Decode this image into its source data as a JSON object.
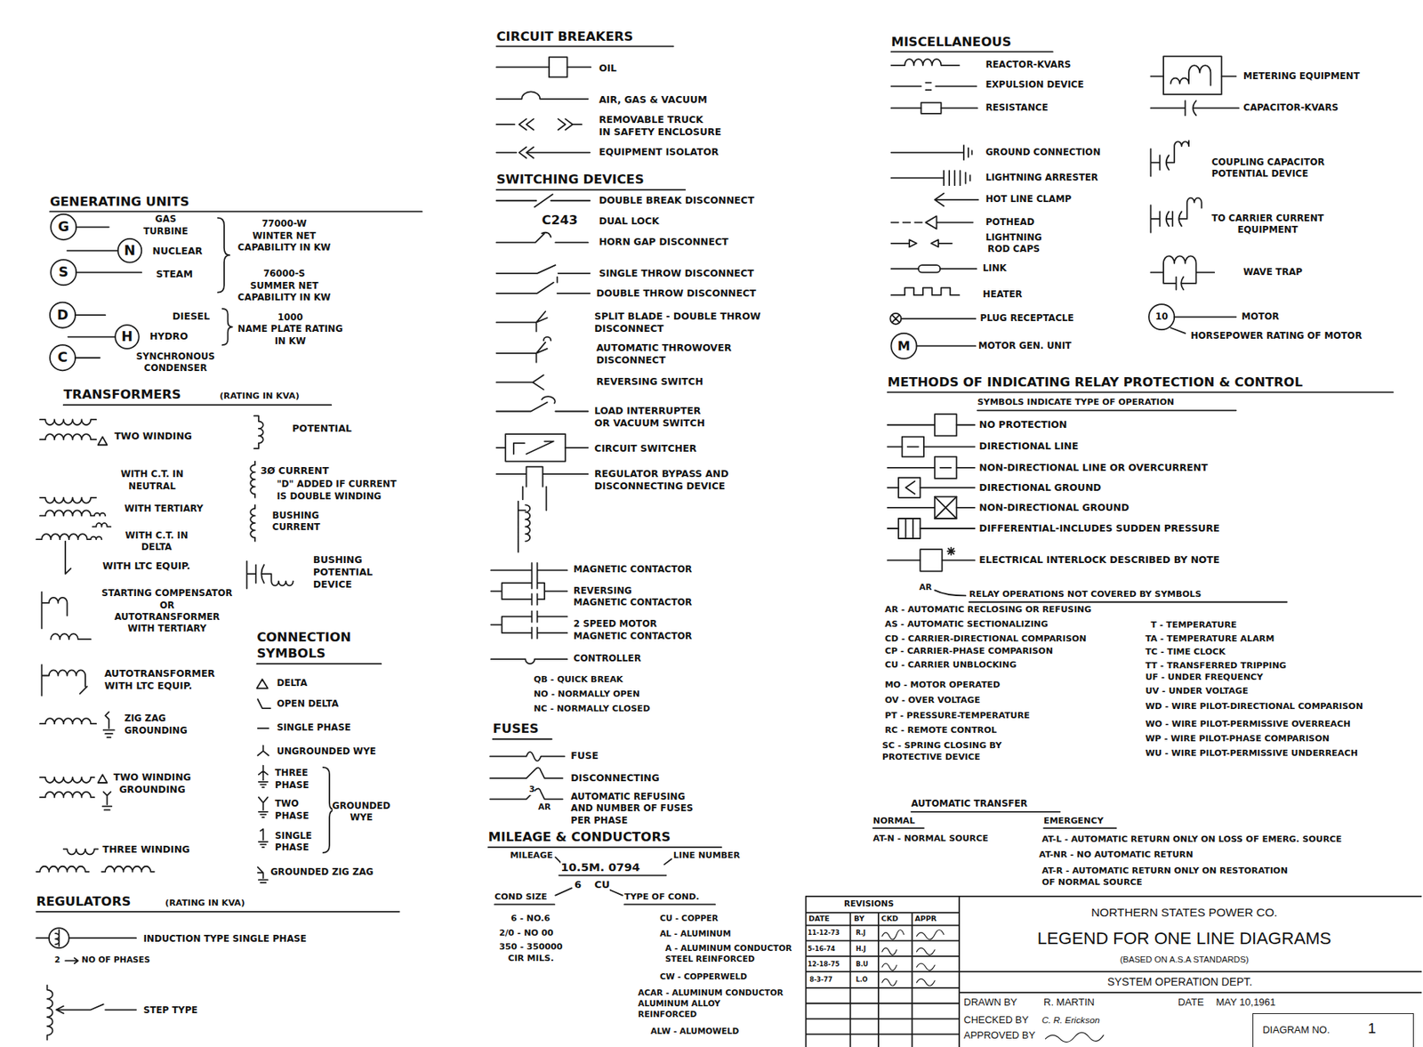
{
  "diagram": {
    "title": "LEGEND FOR ONE LINE DIAGRAMS",
    "nodes": [
      {
        "text": [
          "DIAGRAM NO.",
          "1"
        ]
      }
    ],
    "labels": [
      "GENERATING UNITS",
      "G",
      "N",
      "S",
      "77000-W WINTER NET CAPABILITY IN KW",
      "76000-S SUMMER NET CAPABILITY IN KW",
      "D",
      "H",
      "C",
      "1000 NAME PLATE RATING IN KW",
      "TRANSFORMERS",
      "(RATING IN KVA)",
      "\"D\" ADDED IF CURRENT IS DOUBLE WINDING",
      "CONNECTION SYMBOLS",
      "REGULATORS",
      "(RATING IN KVA)",
      "2",
      "NO OF PHASES",
      "CIRCUIT BREAKERS",
      "SWITCHING DEVICES",
      "C243",
      "QB - QUICK BREAK",
      "NO - NORMALLY OPEN",
      "NC - NORMALLY CLOSED",
      "FUSES",
      "3",
      "AR",
      "MILEAGE & CONDUCTORS",
      "MILEAGE",
      "LINE NUMBER",
      "10.5M. 0794",
      "6",
      "CU",
      "COND SIZE",
      "TYPE OF COND.",
      "6 - NO.6",
      "2/0 - NO 00",
      "350 - 350000 CIR MILS.",
      "CU - COPPER",
      "AL - ALUMINUM",
      "A - ALUMINUM CONDUCTOR STEEL REINFORCED",
      "CW - COPPERWELD",
      "ACAR - ALUMINUM CONDUCTOR ALUMINUM ALLOY REINFORCED",
      "ALW - ALUMOWELD",
      "MISCELLANEOUS",
      "M",
      "10",
      "METHODS OF INDICATING RELAY PROTECTION & CONTROL",
      "SYMBOLS INDICATE TYPE OF OPERATION",
      "AR",
      "RELAY OPERATIONS NOT COVERED BY SYMBOLS",
      "AR - AUTOMATIC RECLOSING OR REFUSING",
      "AS - AUTOMATIC SECTIONALIZING",
      "CD - CARRIER-DIRECTIONAL COMPARISON",
      "CP - CARRIER-PHASE COMPARISON",
      "CU - CARRIER UNBLOCKING",
      "MO - MOTOR OPERATED",
      "OV - OVER VOLTAGE",
      "PT - PRESSURE-TEMPERATURE",
      "RC - REMOTE CONTROL",
      "SC - SPRING CLOSING BY PROTECTIVE DEVICE",
      "T - TEMPERATURE",
      "TA - TEMPERATURE ALARM",
      "TC - TIME CLOCK",
      "TT - TRANSFERRED TRIPPING",
      "UF - UNDER FREQUENCY",
      "UV - UNDER VOLTAGE",
      "WD - WIRE PILOT-DIRECTIONAL COMPARISON",
      "WO - WIRE PILOT-PERMISSIVE OVERREACH",
      "WP - WIRE PILOT-PHASE COMPARISON",
      "WU - WIRE PILOT-PERMISSIVE UNDERREACH",
      "AUTOMATIC TRANSFER",
      "NORMAL",
      "EMERGENCY",
      "AT-N - NORMAL SOURCE",
      "AT-L - AUTOMATIC RETURN ONLY ON LOSS OF EMERG. SOURCE",
      "AT-NR - NO AUTOMATIC RETURN",
      "AT-R - AUTOMATIC RETURN ONLY ON RESTORATION OF NORMAL SOURCE",
      "REVISIONS",
      "DATE",
      "BY",
      "CKD",
      "APPR",
      "11-12-73",
      "R.J",
      "5-16-74",
      "H.J",
      "12-18-75",
      "B.U",
      "8-3-77",
      "L.O",
      "NORTHERN STATES POWER CO.",
      "(BASED ON A.S.A STANDARDS)",
      "SYSTEM OPERATION DEPT.",
      "DRAWN BY",
      "R. MARTIN",
      "DATE",
      "MAY 10,1961",
      "CHECKED BY",
      "C. R. Erickson",
      "APPROVED BY"
    ],
    "legend": [
      {
        "text": "GAS TURBINE"
      },
      {
        "text": "NUCLEAR"
      },
      {
        "text": "STEAM"
      },
      {
        "text": "DIESEL"
      },
      {
        "text": "HYDRO"
      },
      {
        "text": "SYNCHRONOUS CONDENSER"
      },
      {
        "text": "TWO WINDING"
      },
      {
        "text": "WITH C.T. IN NEUTRAL"
      },
      {
        "text": "WITH TERTIARY"
      },
      {
        "text": "WITH C.T. IN DELTA"
      },
      {
        "text": "WITH LTC EQUIP."
      },
      {
        "text": "STARTING COMPENSATOR OR AUTOTRANSFORMER WITH TERTIARY"
      },
      {
        "text": "AUTOTRANSFORMER WITH LTC EQUIP."
      },
      {
        "text": "ZIG ZAG GROUNDING"
      },
      {
        "text": "TWO WINDING GROUNDING"
      },
      {
        "text": "THREE WINDING"
      },
      {
        "text": "POTENTIAL"
      },
      {
        "text": "3Ø CURRENT"
      },
      {
        "text": "BUSHING CURRENT"
      },
      {
        "text": "BUSHING POTENTIAL DEVICE"
      },
      {
        "text": "DELTA"
      },
      {
        "text": "OPEN DELTA"
      },
      {
        "text": "SINGLE PHASE"
      },
      {
        "text": "UNGROUNDED WYE"
      },
      {
        "text": "THREE PHASE"
      },
      {
        "text": "TWO PHASE"
      },
      {
        "text": "SINGLE PHASE"
      },
      {
        "text": "GROUNDED WYE"
      },
      {
        "text": "GROUNDED ZIG ZAG"
      },
      {
        "text": "INDUCTION TYPE SINGLE PHASE"
      },
      {
        "text": "STEP TYPE"
      },
      {
        "text": "OIL"
      },
      {
        "text": "AIR, GAS & VACUUM"
      },
      {
        "text": "REMOVABLE TRUCK IN SAFETY ENCLOSURE"
      },
      {
        "text": "EQUIPMENT ISOLATOR"
      },
      {
        "text": "DOUBLE BREAK DISCONNECT"
      },
      {
        "text": "DUAL LOCK"
      },
      {
        "text": "HORN GAP DISCONNECT"
      },
      {
        "text": "SINGLE THROW DISCONNECT"
      },
      {
        "text": "DOUBLE THROW DISCONNECT"
      },
      {
        "text": "SPLIT BLADE - DOUBLE THROW DISCONNECT"
      },
      {
        "text": "AUTOMATIC THROWOVER DISCONNECT"
      },
      {
        "text": "REVERSING SWITCH"
      },
      {
        "text": "LOAD INTERRUPTER OR VACUUM SWITCH"
      },
      {
        "text": "CIRCUIT SWITCHER"
      },
      {
        "text": "REGULATOR BYPASS AND DISCONNECTING DEVICE"
      },
      {
        "text": "MAGNETIC CONTACTOR"
      },
      {
        "text": "REVERSING MAGNETIC CONTACTOR"
      },
      {
        "text": "2 SPEED MOTOR MAGNETIC CONTACTOR"
      },
      {
        "text": "CONTROLLER"
      },
      {
        "text": "FUSE"
      },
      {
        "text": "DISCONNECTING"
      },
      {
        "text": "AUTOMATIC REFUSING AND NUMBER OF FUSES PER PHASE"
      },
      {
        "text": "REACTOR-KVARS"
      },
      {
        "text": "EXPULSION DEVICE"
      },
      {
        "text": "RESISTANCE"
      },
      {
        "text": "GROUND CONNECTION"
      },
      {
        "text": "LIGHTNING ARRESTER"
      },
      {
        "text": "HOT LINE CLAMP"
      },
      {
        "text": "POTHEAD"
      },
      {
        "text": "LIGHTNING ROD CAPS"
      },
      {
        "text": "LINK"
      },
      {
        "text": "HEATER"
      },
      {
        "text": "PLUG RECEPTACLE"
      },
      {
        "text": "MOTOR GEN. UNIT"
      },
      {
        "text": "METERING EQUIPMENT"
      },
      {
        "text": "CAPACITOR-KVARS"
      },
      {
        "text": "COUPLING CAPACITOR POTENTIAL DEVICE"
      },
      {
        "text": "TO CARRIER CURRENT EQUIPMENT"
      },
      {
        "text": "WAVE TRAP"
      },
      {
        "text": "MOTOR"
      },
      {
        "text": "HORSEPOWER RATING OF MOTOR"
      },
      {
        "text": "NO PROTECTION"
      },
      {
        "text": "DIRECTIONAL LINE"
      },
      {
        "text": "NON-DIRECTIONAL LINE OR OVERCURRENT"
      },
      {
        "text": "DIRECTIONAL GROUND"
      },
      {
        "text": "NON-DIRECTIONAL GROUND"
      },
      {
        "text": "DIFFERENTIAL-INCLUDES SUDDEN PRESSURE"
      },
      {
        "text": "ELECTRICAL INTERLOCK DESCRIBED BY NOTE"
      }
    ]
  }
}
